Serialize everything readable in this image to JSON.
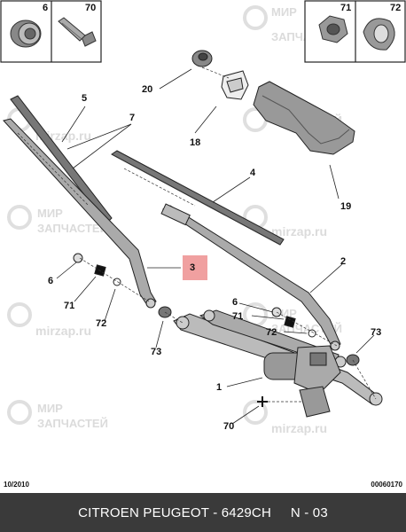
{
  "callouts": {
    "c1": "1",
    "c2": "2",
    "c3": "3",
    "c4": "4",
    "c5": "5",
    "c6a": "6",
    "c6b": "6",
    "c7": "7",
    "c18": "18",
    "c19": "19",
    "c20": "20",
    "c70": "70",
    "c71a": "71",
    "c71b": "71",
    "c72a": "72",
    "c72b": "72",
    "c73a": "73",
    "c73b": "73"
  },
  "inset_boxes": {
    "left": [
      "6",
      "70"
    ],
    "right": [
      "71",
      "72"
    ]
  },
  "watermarks": {
    "brand_line1": "МИР",
    "brand_line2": "ЗАПЧАСТЕЙ",
    "site": "mirzap.ru"
  },
  "footer": {
    "date": "10/2010",
    "ref": "00060170"
  },
  "caption": "CITROEN PEUGEOT - 6429CH     N - 03",
  "colors": {
    "highlight": "#f0a0a0",
    "caption_bg": "#3a3a3a",
    "watermark": "#d8d8d8"
  }
}
